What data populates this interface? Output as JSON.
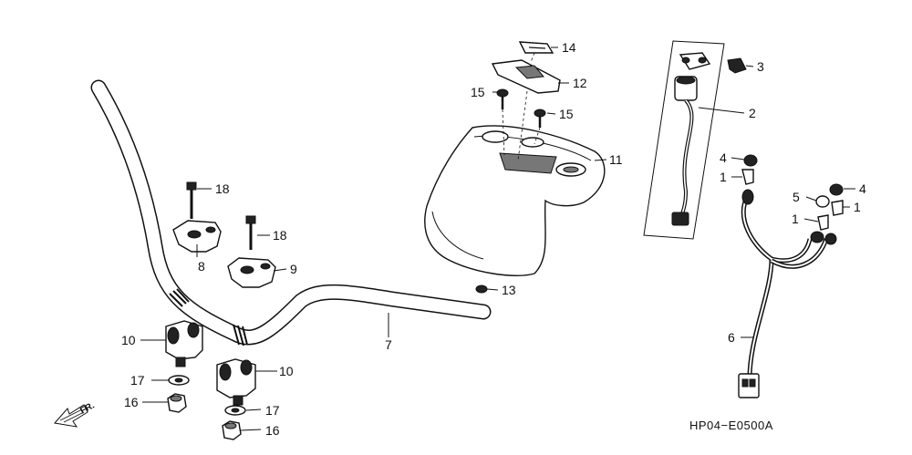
{
  "diagram_code": "HP04−E0500A",
  "direction_label": "FR.",
  "callouts": {
    "c1a": "1",
    "c1b": "1",
    "c1c": "1",
    "c2": "2",
    "c3": "3",
    "c4a": "4",
    "c4b": "4",
    "c5": "5",
    "c6": "6",
    "c7": "7",
    "c8": "8",
    "c9": "9",
    "c10a": "10",
    "c10b": "10",
    "c11": "11",
    "c12": "12",
    "c13": "13",
    "c14": "14",
    "c15a": "15",
    "c15b": "15",
    "c16a": "16",
    "c16b": "16",
    "c17a": "17",
    "c17b": "17",
    "c18a": "18",
    "c18b": "18"
  }
}
